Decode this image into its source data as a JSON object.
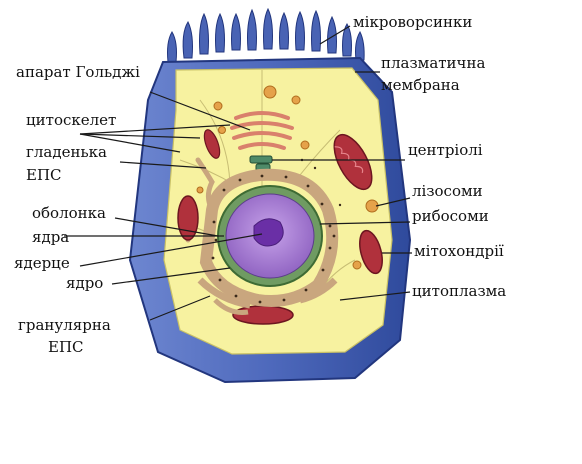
{
  "diagram": {
    "labels": {
      "microvilli": "мікроворсинки",
      "membrane_line1": "плазматична",
      "membrane_line2": "мембрана",
      "golgi": "апарат Гольджі",
      "cytoskeleton": "цитоскелет",
      "smooth_er_line1": "гладенька",
      "smooth_er_line2": "ЕПС",
      "centrioles": "центріолі",
      "lysosomes": "лізосоми",
      "envelope_line1": "оболонка",
      "envelope_line2": "ядра",
      "ribosomes": "рибосоми",
      "nucleolus": "ядерце",
      "mitochondria": "мітохондрії",
      "nucleus": "ядро",
      "cytoplasm": "цитоплазма",
      "rough_er_line1": "гранулярна",
      "rough_er_line2": "ЕПС"
    },
    "colors": {
      "membrane": "#3f58a8",
      "membrane_dark": "#22367e",
      "cytoplasm": "#f7f2a0",
      "nucleus": "#b48ad8",
      "nucleolus": "#6a2fa6",
      "envelope": "#6f9b62",
      "rough_er": "#c9a67e",
      "mitochondria": "#b0313c",
      "golgi": "#d9806c",
      "vesicle": "#e5a24a"
    }
  }
}
